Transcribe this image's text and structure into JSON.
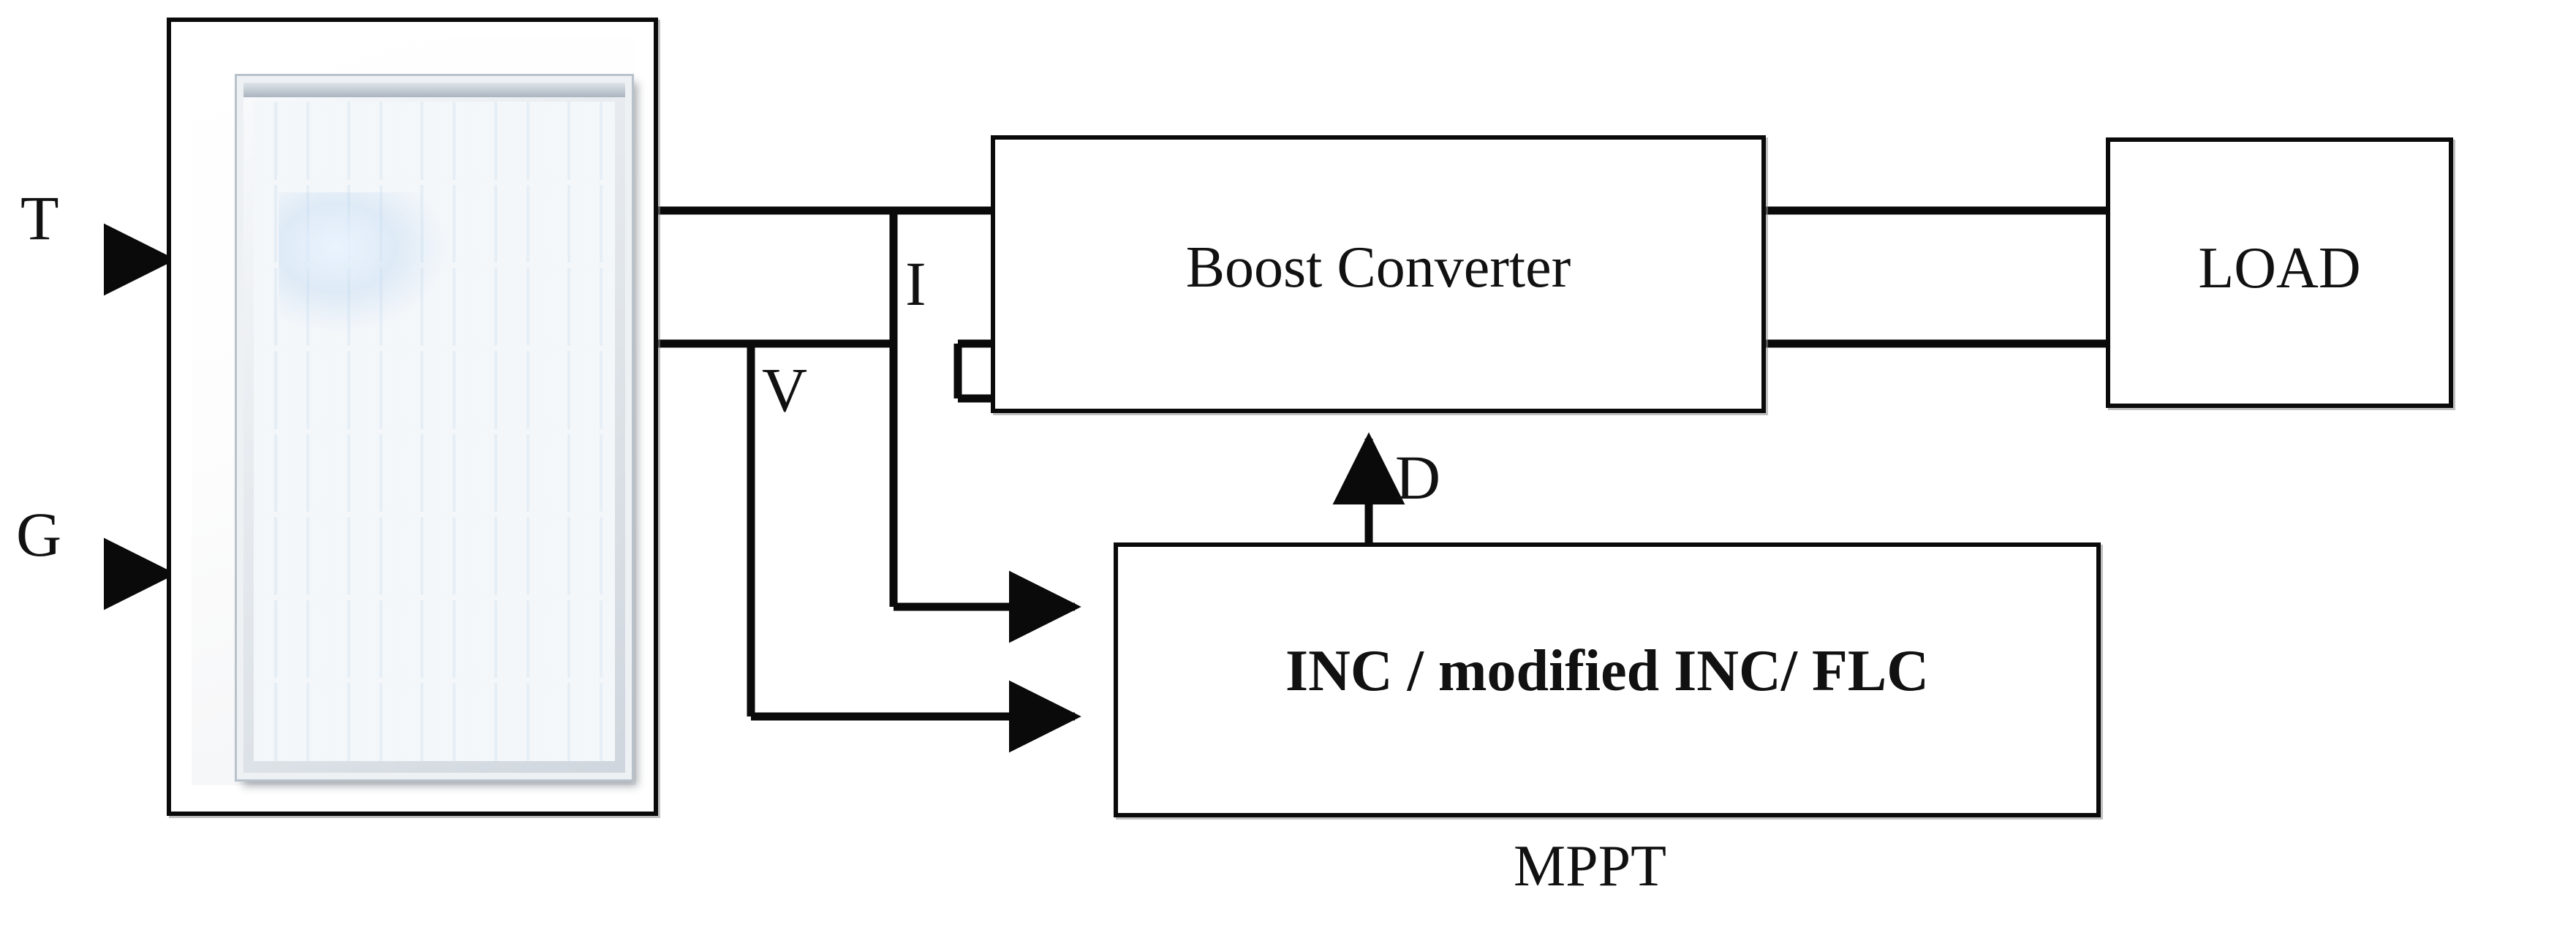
{
  "diagram": {
    "title": "PV system MPPT block diagram",
    "colors": {
      "line": "#0a0a0a",
      "box_fill": "#ffffff",
      "panel_cell_dark": "#21354f",
      "panel_cell_light": "#35577a",
      "panel_frame": "#cfd6dd"
    },
    "blocks": [
      {
        "id": "pv",
        "name": "solar-panel",
        "label": ""
      },
      {
        "id": "boost",
        "name": "boost-converter",
        "label": "Boost Converter"
      },
      {
        "id": "load",
        "name": "load",
        "label": "LOAD"
      },
      {
        "id": "mppt",
        "name": "mppt-controller",
        "label": "INC / modified INC/ FLC",
        "caption": "MPPT"
      }
    ],
    "signals": {
      "temperature": "T",
      "irradiance": "G",
      "current": "I",
      "voltage": "V",
      "duty_cycle": "D"
    },
    "panel": {
      "cell_columns": 5,
      "cell_rows": 8
    },
    "connections": [
      {
        "from": "T",
        "to": "pv",
        "arrow": "right"
      },
      {
        "from": "G",
        "to": "pv",
        "arrow": "right"
      },
      {
        "from": "pv",
        "to": "boost",
        "lines": 2,
        "arrow": "none"
      },
      {
        "from": "boost",
        "to": "load",
        "lines": 2,
        "arrow": "none"
      },
      {
        "from": "I",
        "to": "mppt",
        "arrow": "right"
      },
      {
        "from": "V",
        "to": "mppt",
        "arrow": "right"
      },
      {
        "from": "mppt",
        "to": "boost",
        "label": "D",
        "arrow": "up"
      }
    ]
  }
}
